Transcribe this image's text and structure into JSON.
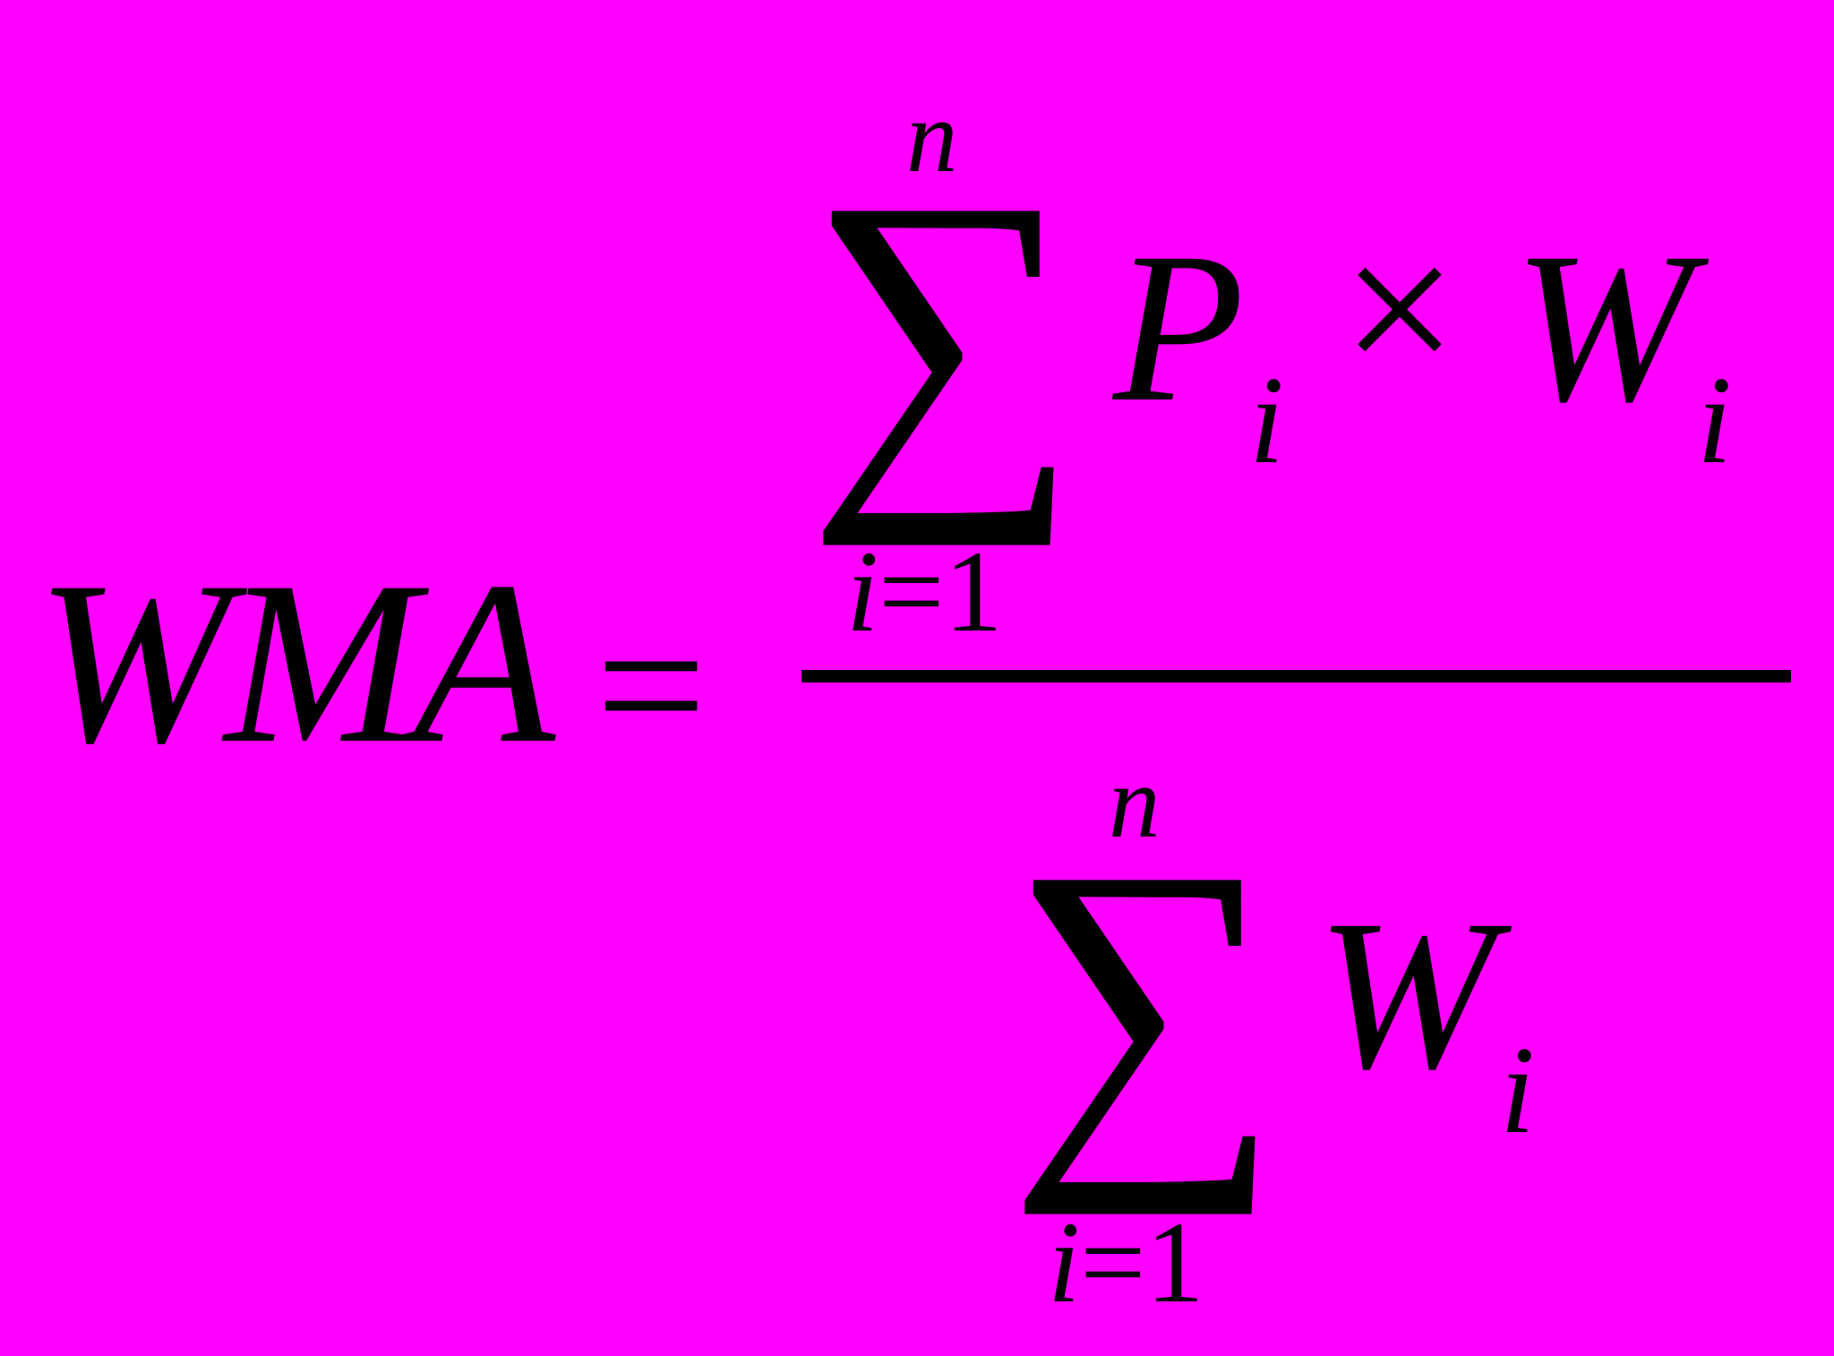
{
  "colors": {
    "background": "#FF00FF",
    "ink": "#000000"
  },
  "formula": {
    "lhs": "WMA",
    "equals": "=",
    "numerator": {
      "sum_symbol": "∑",
      "upper_limit": "n",
      "lower_index": "i",
      "lower_equals": "=",
      "lower_value": "1",
      "term1": "P",
      "term1_sub": "i",
      "operator": "×",
      "term2": "W",
      "term2_sub": "i"
    },
    "denominator": {
      "sum_symbol": "∑",
      "upper_limit": "n",
      "lower_index": "i",
      "lower_equals": "=",
      "lower_value": "1",
      "term": "W",
      "term_sub": "i"
    }
  }
}
